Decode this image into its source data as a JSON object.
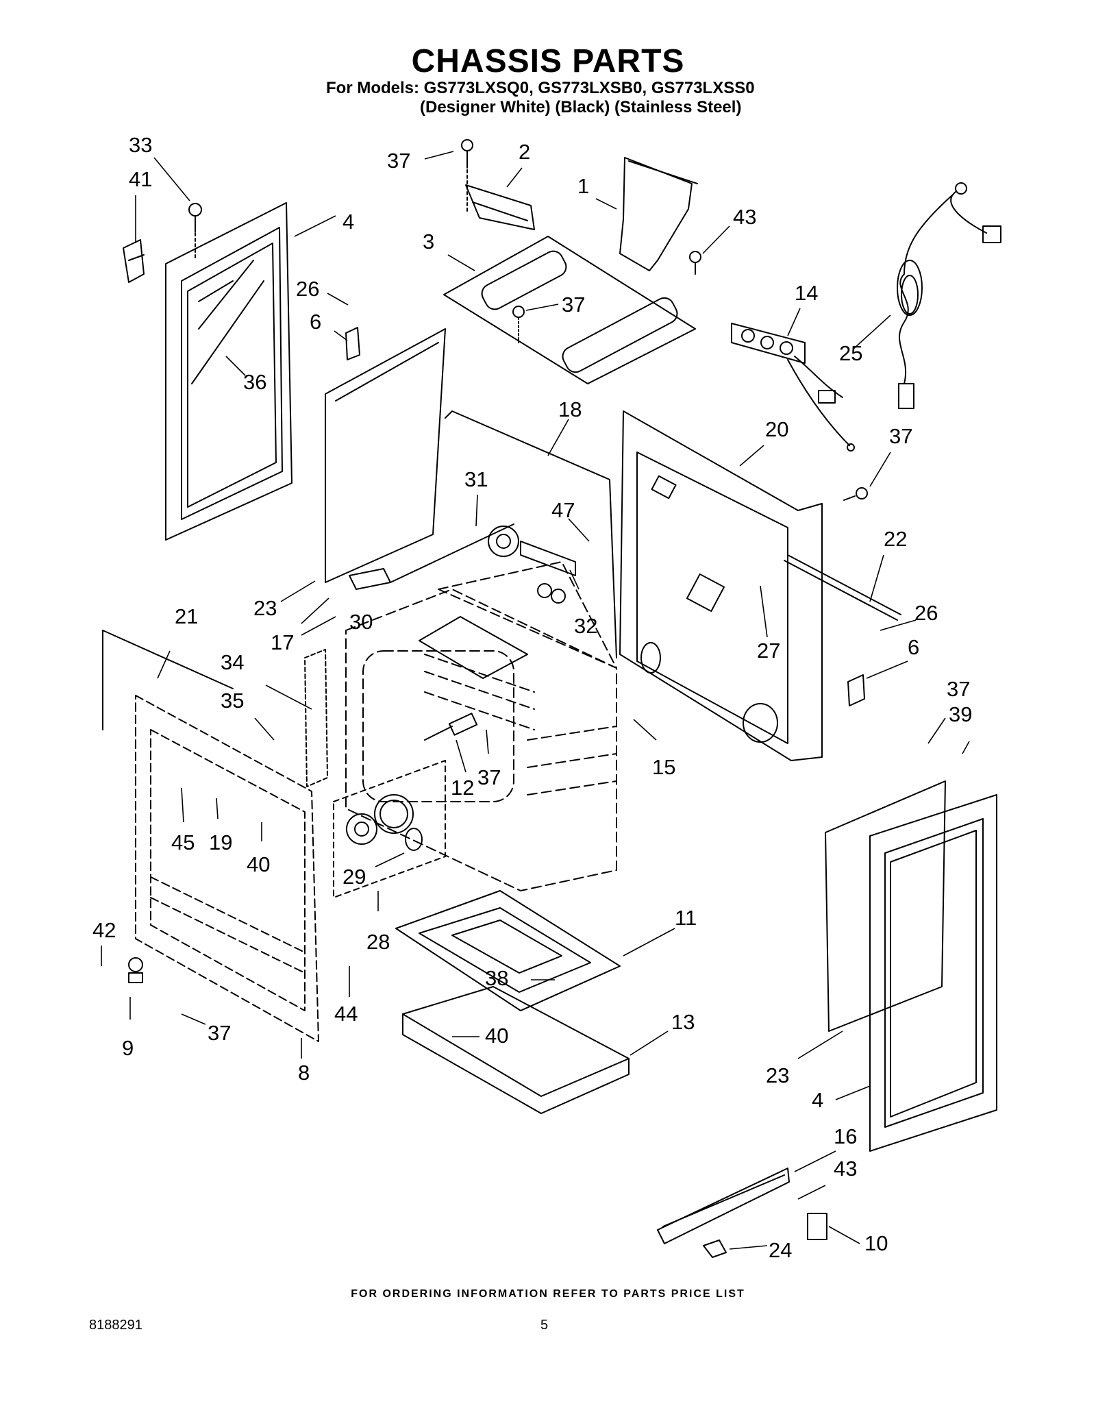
{
  "header": {
    "title": "CHASSIS PARTS",
    "models_line": "For Models: GS773LXSQ0, GS773LXSB0, GS773LXSS0",
    "colors_line": "(Designer White)     (Black)     (Stainless Steel)"
  },
  "callouts": [
    "33",
    "41",
    "4",
    "26",
    "6",
    "36",
    "37",
    "2",
    "1",
    "43",
    "3",
    "37",
    "14",
    "25",
    "18",
    "20",
    "37",
    "31",
    "47",
    "22",
    "23",
    "17",
    "30",
    "32",
    "26",
    "6",
    "27",
    "21",
    "34",
    "35",
    "15",
    "37",
    "39",
    "12",
    "37",
    "45",
    "19",
    "40",
    "29",
    "28",
    "11",
    "42",
    "44",
    "38",
    "40",
    "13",
    "9",
    "37",
    "8",
    "23",
    "4",
    "16",
    "43",
    "24",
    "10"
  ],
  "footer": {
    "ordering_note": "FOR ORDERING INFORMATION REFER TO PARTS PRICE LIST",
    "doc_number": "8188291",
    "page_number": "5"
  }
}
